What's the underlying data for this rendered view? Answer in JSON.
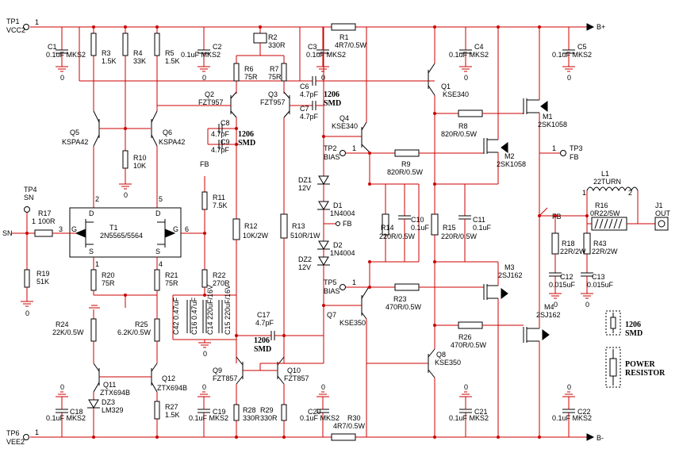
{
  "rails": {
    "top_pin": "1",
    "top_tp": "TP1",
    "top_name": "VCC2",
    "top_label": "B+",
    "bot_pin": "1",
    "bot_tp": "TP6",
    "bot_name": "VEE2",
    "bot_label": "B-"
  },
  "caps_top": [
    {
      "ref": "C1",
      "val": "0.1uF MKS2"
    },
    {
      "ref": "C2",
      "val": "0.1uF MKS2"
    },
    {
      "ref": "C3",
      "val": "0.1uF MKS2"
    },
    {
      "ref": "C4",
      "val": "0.1uF MKS2"
    },
    {
      "ref": "C5",
      "val": "0.1uF MKS2"
    }
  ],
  "caps_bot": [
    {
      "ref": "C18",
      "val": "0.1uF MKS2"
    },
    {
      "ref": "C19",
      "val": "0.1uF MKS2"
    },
    {
      "ref": "C20",
      "val": "0.1uF MKS2"
    },
    {
      "ref": "C21",
      "val": "0.1uF MKS2"
    },
    {
      "ref": "C22",
      "val": "0.1uF MKS2"
    }
  ],
  "gnd": "0",
  "resistors": {
    "r1": "R1",
    "r1v": "4R7/0.5W",
    "r2": "R2",
    "r2v": "330R",
    "r3": "R3",
    "r3v": "1.5K",
    "r4": "R4",
    "r4v": "33K",
    "r5": "R5",
    "r5v": "1.5K",
    "r6": "R6",
    "r6v": "75R",
    "r7": "R7",
    "r7v": "75R",
    "r8": "R8",
    "r8v": "820R/0.5W",
    "r9": "R9",
    "r9v": "820R/0.5W",
    "r10": "R10",
    "r10v": "10K",
    "r11": "R11",
    "r11v": "7.5K",
    "r12": "R12",
    "r12v": "10K/2W",
    "r13": "R13",
    "r13v": "510R/1W",
    "r14": "R14",
    "r14v": "220R/0.5W",
    "r15": "R15",
    "r15v": "220R/0.5W",
    "r16": "R16",
    "r16v": "0R22/5W",
    "r17": "R17",
    "r17v": "100R",
    "r18": "R18",
    "r18v": "22R/2W",
    "r19": "R19",
    "r19v": "51K",
    "r20": "R20",
    "r20v": "75R",
    "r21": "R21",
    "r21v": "75R",
    "r22": "R22",
    "r22v": "270R",
    "r23": "R23",
    "r23v": "470R/0.5W",
    "r24": "R24",
    "r24v": "22K/0.5W",
    "r25": "R25",
    "r25v": "6.2K/0.5W",
    "r26": "R26",
    "r26v": "470R/0.5W",
    "r27": "R27",
    "r27v": "1.5K",
    "r28": "R28",
    "r28v": "330R",
    "r29": "R29",
    "r29v": "330R",
    "r30": "R30",
    "r30v": "4R7/0.5W",
    "r43": "R43",
    "r43v": "22R/2W"
  },
  "caps": {
    "c6": "C6",
    "c6v": "4.7pF",
    "c7": "C7",
    "c7v": "4.7pF",
    "c8": "C8",
    "c8v": "4.7pF",
    "c9": "C9",
    "c9v": "4.7pF",
    "c10": "C10",
    "c10v": "0.1uF",
    "c11": "C11",
    "c11v": "0.1uF",
    "c12": "C12",
    "c12v": "0.015uF",
    "c13": "C13",
    "c13v": "0.015uF",
    "c14": "C14",
    "c14v": "220uF/16V",
    "c15": "C15",
    "c15v": "220uF/16V",
    "c16": "C16",
    "c16v": "0.47uF",
    "c17": "C17",
    "c17v": "4.7pF",
    "c42": "C42",
    "c42v": "0.47uF"
  },
  "transistors": {
    "q1": "Q1",
    "q1v": "KSE340",
    "q2": "Q2",
    "q2v": "FZT957",
    "q3": "Q3",
    "q3v": "FZT957",
    "q4": "Q4",
    "q4v": "KSE340",
    "q5": "Q5",
    "q5v": "KSPA42",
    "q6": "Q6",
    "q6v": "KSPA42",
    "q7": "Q7",
    "q7v": "KSE350",
    "q8": "Q8",
    "q8v": "KSE350",
    "q9": "Q9",
    "q9v": "FZT857",
    "q10": "Q10",
    "q10v": "FZT857",
    "q11": "Q11",
    "q11v": "ZTX694B",
    "q12": "Q12",
    "q12v": "ZTX694B",
    "m1": "M1",
    "m1v": "2SK1058",
    "m2": "M2",
    "m2v": "2SK1058",
    "m3": "M3",
    "m3v": "2SJ162",
    "m4": "M4",
    "m4v": "2SJ162",
    "t1": "T1",
    "t1v": "2N5565/5564"
  },
  "diodes": {
    "dz1": "DZ1",
    "dz1v": "12V",
    "d1": "D1",
    "d1v": "1N4004",
    "d2": "D2",
    "d2v": "1N4004",
    "dz2": "DZ2",
    "dz2v": "12V",
    "dz3": "DZ3",
    "dz3v": "LM329"
  },
  "misc": {
    "tp2": "TP2",
    "tp2n": "BIAS",
    "tp3": "TP3",
    "tp3n": "FB",
    "tp4": "TP4",
    "tp4n": "SN",
    "tp5": "TP5",
    "tp5n": "BIAS",
    "sn": "SN",
    "fb": "FB",
    "l1": "L1",
    "l1v": "22TURN",
    "j1": "J1",
    "j1v": "OUT",
    "smd": "1206 SMD",
    "smd1": "1206",
    "smd2": "SMD",
    "power1": "POWER",
    "power2": "RESISTOR",
    "p1": "1",
    "p2": "2",
    "p3": "3",
    "p4": "4",
    "p5": "5",
    "p6": "6",
    "pD": "D",
    "pG": "G",
    "pS": "S"
  }
}
